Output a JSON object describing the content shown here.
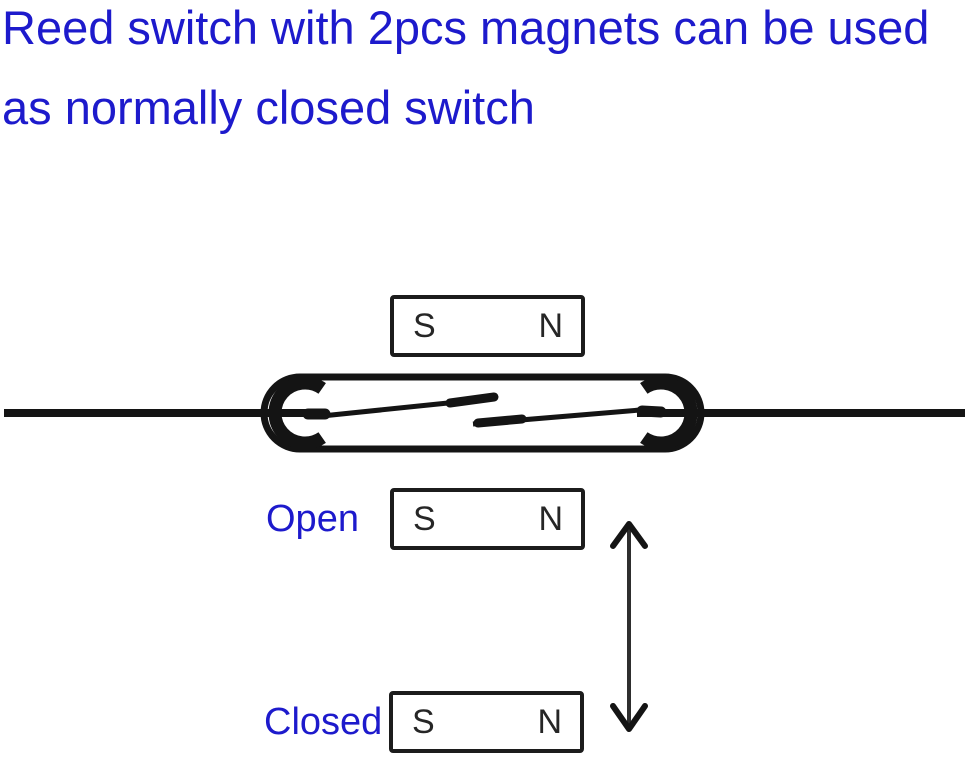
{
  "title": {
    "line1": "Reed switch with 2pcs magnets can be used",
    "line2": "as normally closed switch"
  },
  "diagram": {
    "top_magnet": {
      "south": "S",
      "north": "N"
    },
    "open_state": {
      "label": "Open",
      "magnet": {
        "south": "S",
        "north": "N"
      }
    },
    "closed_state": {
      "label": "Closed",
      "magnet": {
        "south": "S",
        "north": "N"
      }
    }
  },
  "colors": {
    "title_blue": "#1d1acc",
    "line_black": "#141414",
    "background": "#ffffff"
  }
}
